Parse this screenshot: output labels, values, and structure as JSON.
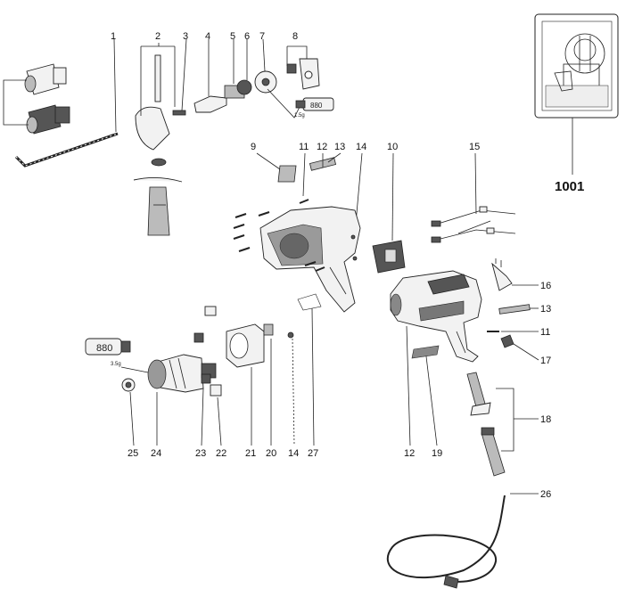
{
  "callouts": [
    "1",
    "2",
    "3",
    "4",
    "5",
    "6",
    "7",
    "8",
    "9",
    "11",
    "12",
    "13",
    "14",
    "10",
    "15",
    "1001",
    "16",
    "13",
    "11",
    "17",
    "18",
    "26",
    "25",
    "24",
    "23",
    "22",
    "21",
    "20",
    "14",
    "27",
    "12",
    "19"
  ],
  "tube_labels": [
    "880",
    "880"
  ],
  "grease_amounts": [
    "1.5g",
    "3.5g"
  ]
}
